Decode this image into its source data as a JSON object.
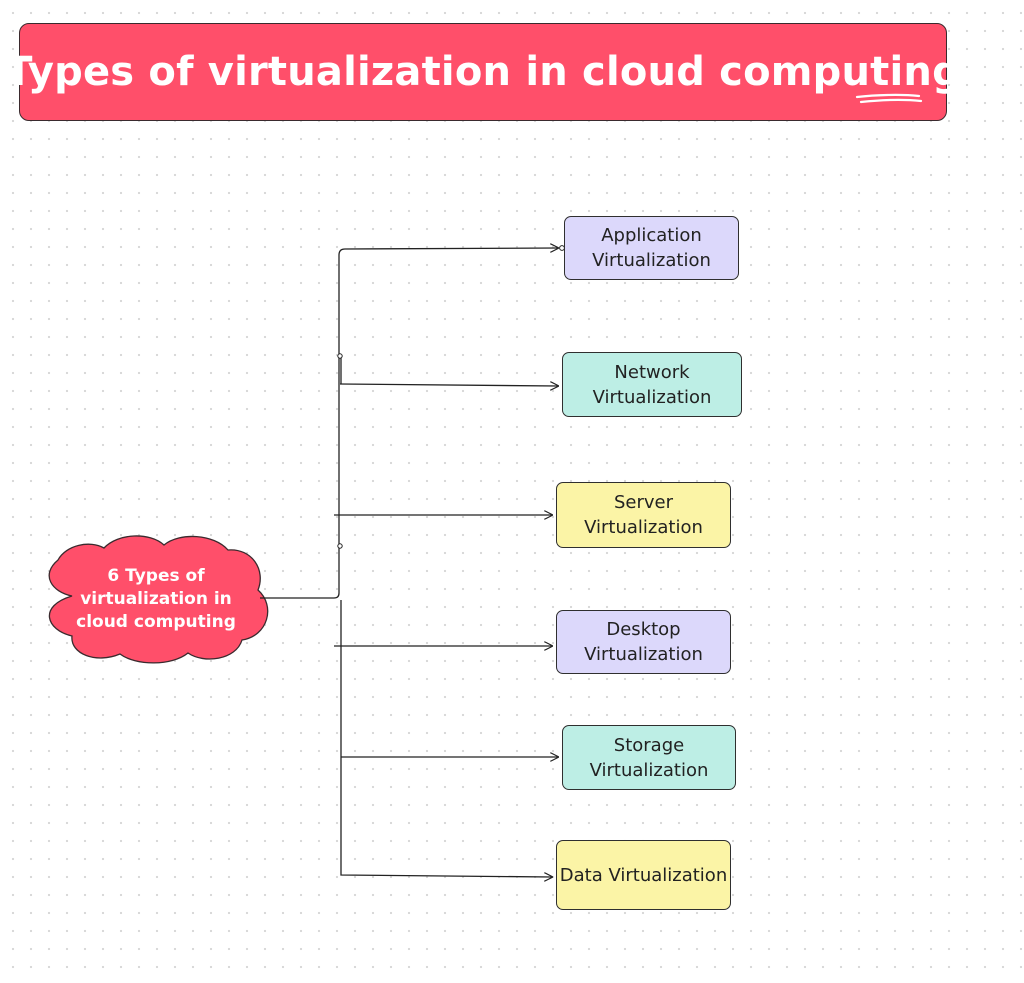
{
  "title": "Types of virtualization in cloud computing",
  "center": {
    "label": "6  Types of\nvirtualization in\ncloud computing",
    "color": "#ff4f6a"
  },
  "nodes": [
    {
      "label": "Application\nVirtualization",
      "color": "#dcd8fb"
    },
    {
      "label": "Network\nVirtualization",
      "color": "#bdeee5"
    },
    {
      "label": "Server\nVirtualization",
      "color": "#fbf4a6"
    },
    {
      "label": "Desktop\nVirtualization",
      "color": "#dcd8fb"
    },
    {
      "label": "Storage\nVirtualization",
      "color": "#bdeee5"
    },
    {
      "label": "Data Virtualization",
      "color": "#fbf4a6"
    }
  ]
}
